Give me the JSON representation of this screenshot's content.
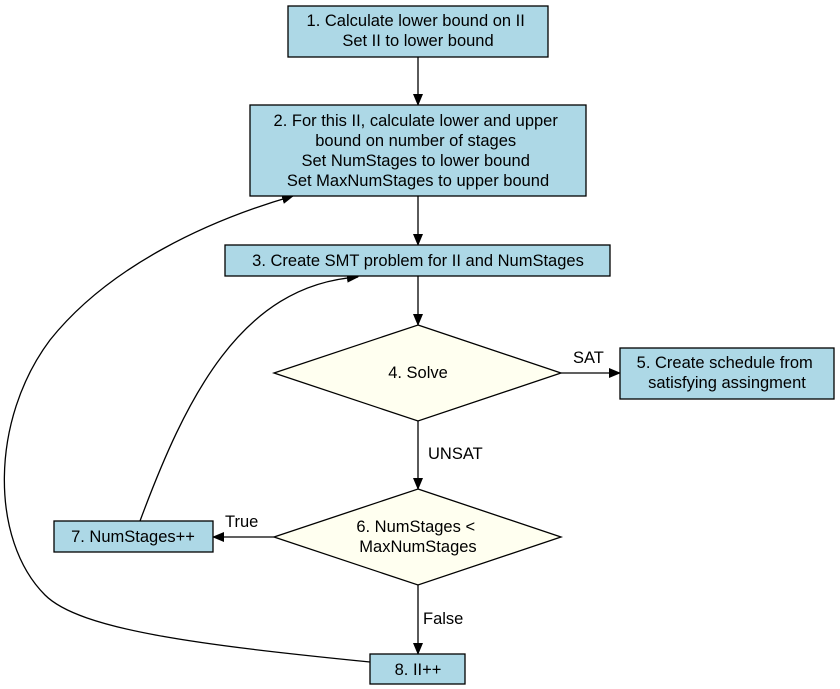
{
  "diagram": {
    "colors": {
      "process_fill": "#add8e6",
      "decision_fill": "#fffff0",
      "stroke": "#000000",
      "text": "#000000",
      "background": "#ffffff"
    },
    "nodes": {
      "n1": {
        "shape": "box",
        "lines": [
          "1. Calculate lower bound on II",
          "Set II to lower bound"
        ]
      },
      "n2": {
        "shape": "box",
        "lines": [
          "2. For this II, calculate lower and upper",
          "bound on number of stages",
          "Set NumStages to lower bound",
          "Set MaxNumStages to upper bound"
        ]
      },
      "n3": {
        "shape": "box",
        "lines": [
          "3. Create SMT problem for II and NumStages"
        ]
      },
      "n4": {
        "shape": "diamond",
        "lines": [
          "4. Solve"
        ]
      },
      "n5": {
        "shape": "box",
        "lines": [
          "5. Create schedule from",
          "satisfying assingment"
        ]
      },
      "n6": {
        "shape": "diamond",
        "lines": [
          "6. NumStages <",
          "MaxNumStages"
        ]
      },
      "n7": {
        "shape": "box",
        "lines": [
          "7. NumStages++"
        ]
      },
      "n8": {
        "shape": "box",
        "lines": [
          "8. II++"
        ]
      }
    },
    "edges": [
      {
        "from": "n1",
        "to": "n2",
        "label": ""
      },
      {
        "from": "n2",
        "to": "n3",
        "label": ""
      },
      {
        "from": "n3",
        "to": "n4",
        "label": ""
      },
      {
        "from": "n4",
        "to": "n5",
        "label": "SAT"
      },
      {
        "from": "n4",
        "to": "n6",
        "label": "UNSAT"
      },
      {
        "from": "n6",
        "to": "n7",
        "label": "True"
      },
      {
        "from": "n6",
        "to": "n8",
        "label": "False"
      },
      {
        "from": "n7",
        "to": "n3",
        "label": ""
      },
      {
        "from": "n8",
        "to": "n2",
        "label": ""
      }
    ]
  }
}
